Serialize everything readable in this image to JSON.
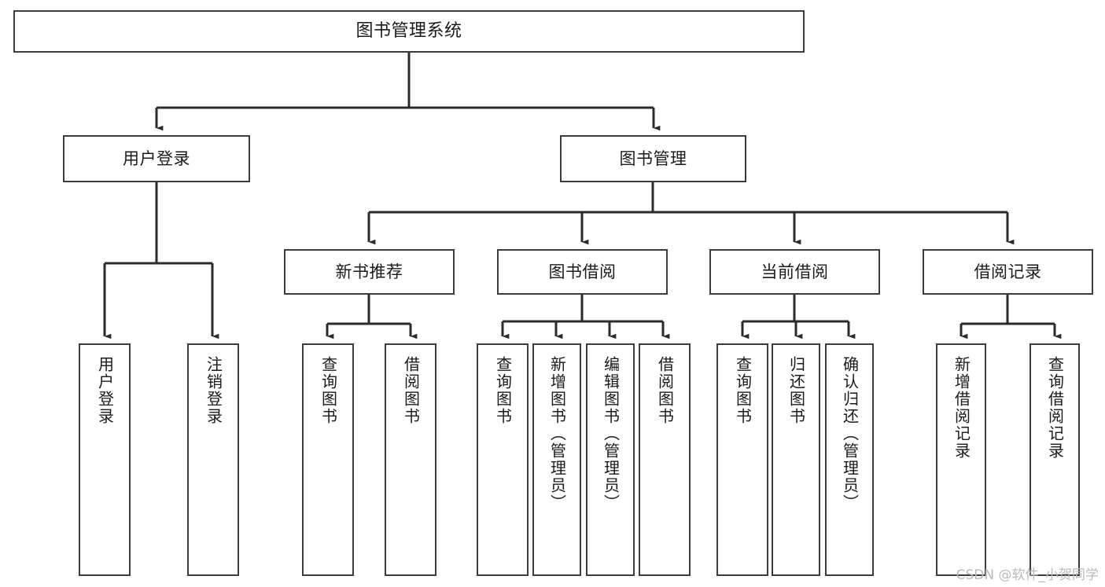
{
  "diagram": {
    "type": "tree",
    "title": "图书管理系统",
    "watermark": "CSDN @软件_小贺同学",
    "colors": {
      "box_border": "#3b3b3b",
      "box_fill": "#ffffff",
      "edge": "#2b2b2b",
      "text": "#1a1a1a",
      "watermark": "#b9b9b9",
      "background": "#ffffff"
    },
    "nodes": {
      "root": {
        "label": "图书管理系统",
        "level": 0,
        "orientation": "horizontal"
      },
      "l1": [
        {
          "id": "user-login",
          "label": "用户登录",
          "orientation": "horizontal"
        },
        {
          "id": "book-manage",
          "label": "图书管理",
          "orientation": "horizontal"
        }
      ],
      "l2": [
        {
          "id": "new-book-recommend",
          "label": "新书推荐",
          "orientation": "horizontal",
          "parent": "book-manage"
        },
        {
          "id": "book-borrow",
          "label": "图书借阅",
          "orientation": "horizontal",
          "parent": "book-manage"
        },
        {
          "id": "current-borrow",
          "label": "当前借阅",
          "orientation": "horizontal",
          "parent": "book-manage"
        },
        {
          "id": "borrow-record",
          "label": "借阅记录",
          "orientation": "horizontal",
          "parent": "book-manage"
        }
      ],
      "leaves": {
        "user_login": [
          {
            "id": "leaf-user-login",
            "label": "用户登录",
            "orientation": "vertical"
          },
          {
            "id": "leaf-user-logout",
            "label": "注销登录",
            "orientation": "vertical"
          }
        ],
        "new_book_recommend": [
          {
            "id": "leaf-query-book-1",
            "label": "查询图书",
            "orientation": "vertical"
          },
          {
            "id": "leaf-borrow-book-1",
            "label": "借阅图书",
            "orientation": "vertical"
          }
        ],
        "book_borrow": [
          {
            "id": "leaf-query-book-2",
            "label": "查询图书",
            "orientation": "vertical"
          },
          {
            "id": "leaf-add-book",
            "label": "新增图书（管理员）",
            "orientation": "vertical"
          },
          {
            "id": "leaf-edit-book",
            "label": "编辑图书（管理员）",
            "orientation": "vertical"
          },
          {
            "id": "leaf-borrow-book-2",
            "label": "借阅图书",
            "orientation": "vertical"
          }
        ],
        "current_borrow": [
          {
            "id": "leaf-query-book-3",
            "label": "查询图书",
            "orientation": "vertical"
          },
          {
            "id": "leaf-return-book",
            "label": "归还图书",
            "orientation": "vertical"
          },
          {
            "id": "leaf-confirm-return",
            "label": "确认归还（管理员）",
            "orientation": "vertical"
          }
        ],
        "borrow_record": [
          {
            "id": "leaf-add-record",
            "label": "新增借阅记录",
            "orientation": "vertical"
          },
          {
            "id": "leaf-query-record",
            "label": "查询借阅记录",
            "orientation": "vertical"
          }
        ]
      }
    }
  }
}
